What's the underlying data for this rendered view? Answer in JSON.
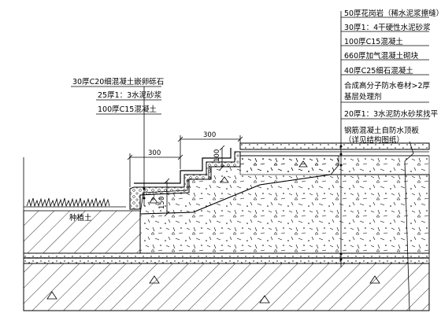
{
  "labels_right": [
    "50厚花岗岩（稀水泥浆擦缝）",
    "30厚1：4干硬性水泥砂浆",
    "100厚C15混凝土",
    "660厚加气混凝土砌块",
    "40厚C25细石混凝土",
    "合成高分子防水卷材>2厚",
    "基层处理剂",
    "20厚1：3水泥防水砂浆找平",
    "钢筋混凝土自防水顶板",
    "（详见结构图纸）"
  ],
  "labels_left": [
    "30厚C20细混凝土嵌卵砾石",
    "25厚1：3水泥砂浆",
    "100厚C15混凝土"
  ],
  "dimensions": {
    "tread_upper": "300",
    "tread_lower": "300",
    "riser_upper": "100",
    "riser_lower": "150"
  },
  "soil_label": "种植土"
}
